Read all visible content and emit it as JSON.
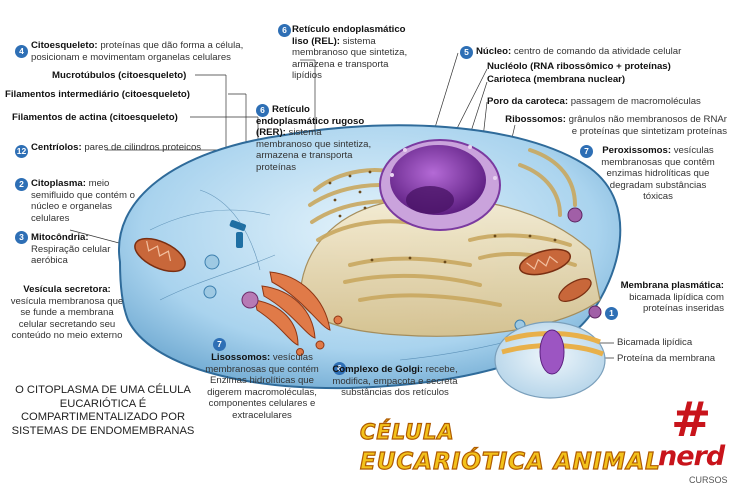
{
  "labels": {
    "citoesqueleto": {
      "num": "4",
      "title": "Citoesqueleto:",
      "text": "proteínas que dão forma a célula, posicionam e movimentam  organelas celulares"
    },
    "microtubulos": {
      "title": "Mucrotúbulos (citoesqueleto)"
    },
    "filamentos_intermediario": {
      "title": "Filamentos intermediário (citoesqueleto)"
    },
    "filamentos_actina": {
      "title": "Filamentos de actina (citoesqueleto)"
    },
    "centriolos": {
      "num": "12",
      "title": "Centríolos:",
      "text": "pares de cilindros proteicos"
    },
    "citoplasma": {
      "num": "2",
      "title": "Citoplasma:",
      "text": "meio semifluido que contém o núcleo e organelas celulares"
    },
    "mitocondria": {
      "num": "3",
      "title": "Mitocôndria:",
      "text": "Respiração celular aeróbica"
    },
    "vesicula_secretora": {
      "title": "Vesícula secretora:",
      "text": "vesícula membranosa que se funde a membrana celular secretando seu conteúdo no meio externo"
    },
    "rel": {
      "num": "6",
      "title": "Retículo endoplasmático liso (REL):",
      "text": "sistema membranoso que sintetiza, armazena e transporta lipídios"
    },
    "rer": {
      "num": "6",
      "title": "Retículo endoplasmático rugoso (RER):",
      "text": "sistema membranoso que sintetiza, armazena e transporta proteínas"
    },
    "nucleo": {
      "num": "5",
      "title": "Núcleo:",
      "text": "centro de comando da atividade celular"
    },
    "nucleolo": {
      "title": "Nucléolo (RNA ribossômico + proteínas)"
    },
    "carioteca": {
      "title": "Carioteca (membrana nuclear)"
    },
    "poro": {
      "title": "Poro da caroteca:",
      "text": "passagem de macromoléculas"
    },
    "ribossomos": {
      "title": "Ribossomos:",
      "text": "grânulos não membranosos de RNAr e proteínas que sintetizam proteínas"
    },
    "peroxissomos": {
      "num": "7",
      "title": "Peroxissomos:",
      "text": "vesículas membranosas que contêm enzimas hidrolíticas que degradam substâncias tóxicas"
    },
    "membrana": {
      "num": "1",
      "title": "Membrana plasmática:",
      "text": "bicamada lipídica com proteínas inseridas"
    },
    "bicamada": {
      "title": "Bicamada lipídica"
    },
    "proteina_membrana": {
      "title": "Proteína da membrana"
    },
    "lisossomos": {
      "num": "7",
      "title": "Lisossomos:",
      "text": "vesículas membranosas que contém Enzimas hidrolíticas que digerem macromoléculas, componentes celulares e extracelulares"
    },
    "golgi": {
      "num": "6",
      "title": "Complexo de Golgi:",
      "text": "recebe, modifica, empacota e secreta substâncias dos retículos"
    }
  },
  "summary": "O CITOPLASMA DE UMA CÉLULA EUCARIÓTICA É COMPARTIMENTALIZADO POR SISTEMAS DE ENDOMEMBRANAS",
  "title_line1": "CÉLULA",
  "title_line2": "EUCARIÓTICA ANIMAL",
  "logo": {
    "hash": "#",
    "word": "nerd",
    "sub": "CURSOS"
  },
  "colors": {
    "badge": "#2e6fb5",
    "cytoplasm": "#a9d3ee",
    "nucleus": "#8a3fb0",
    "mitochondria": "#b5562a",
    "golgi": "#d9673a",
    "title_fill": "#f3c21b",
    "logo": "#c8141b"
  }
}
